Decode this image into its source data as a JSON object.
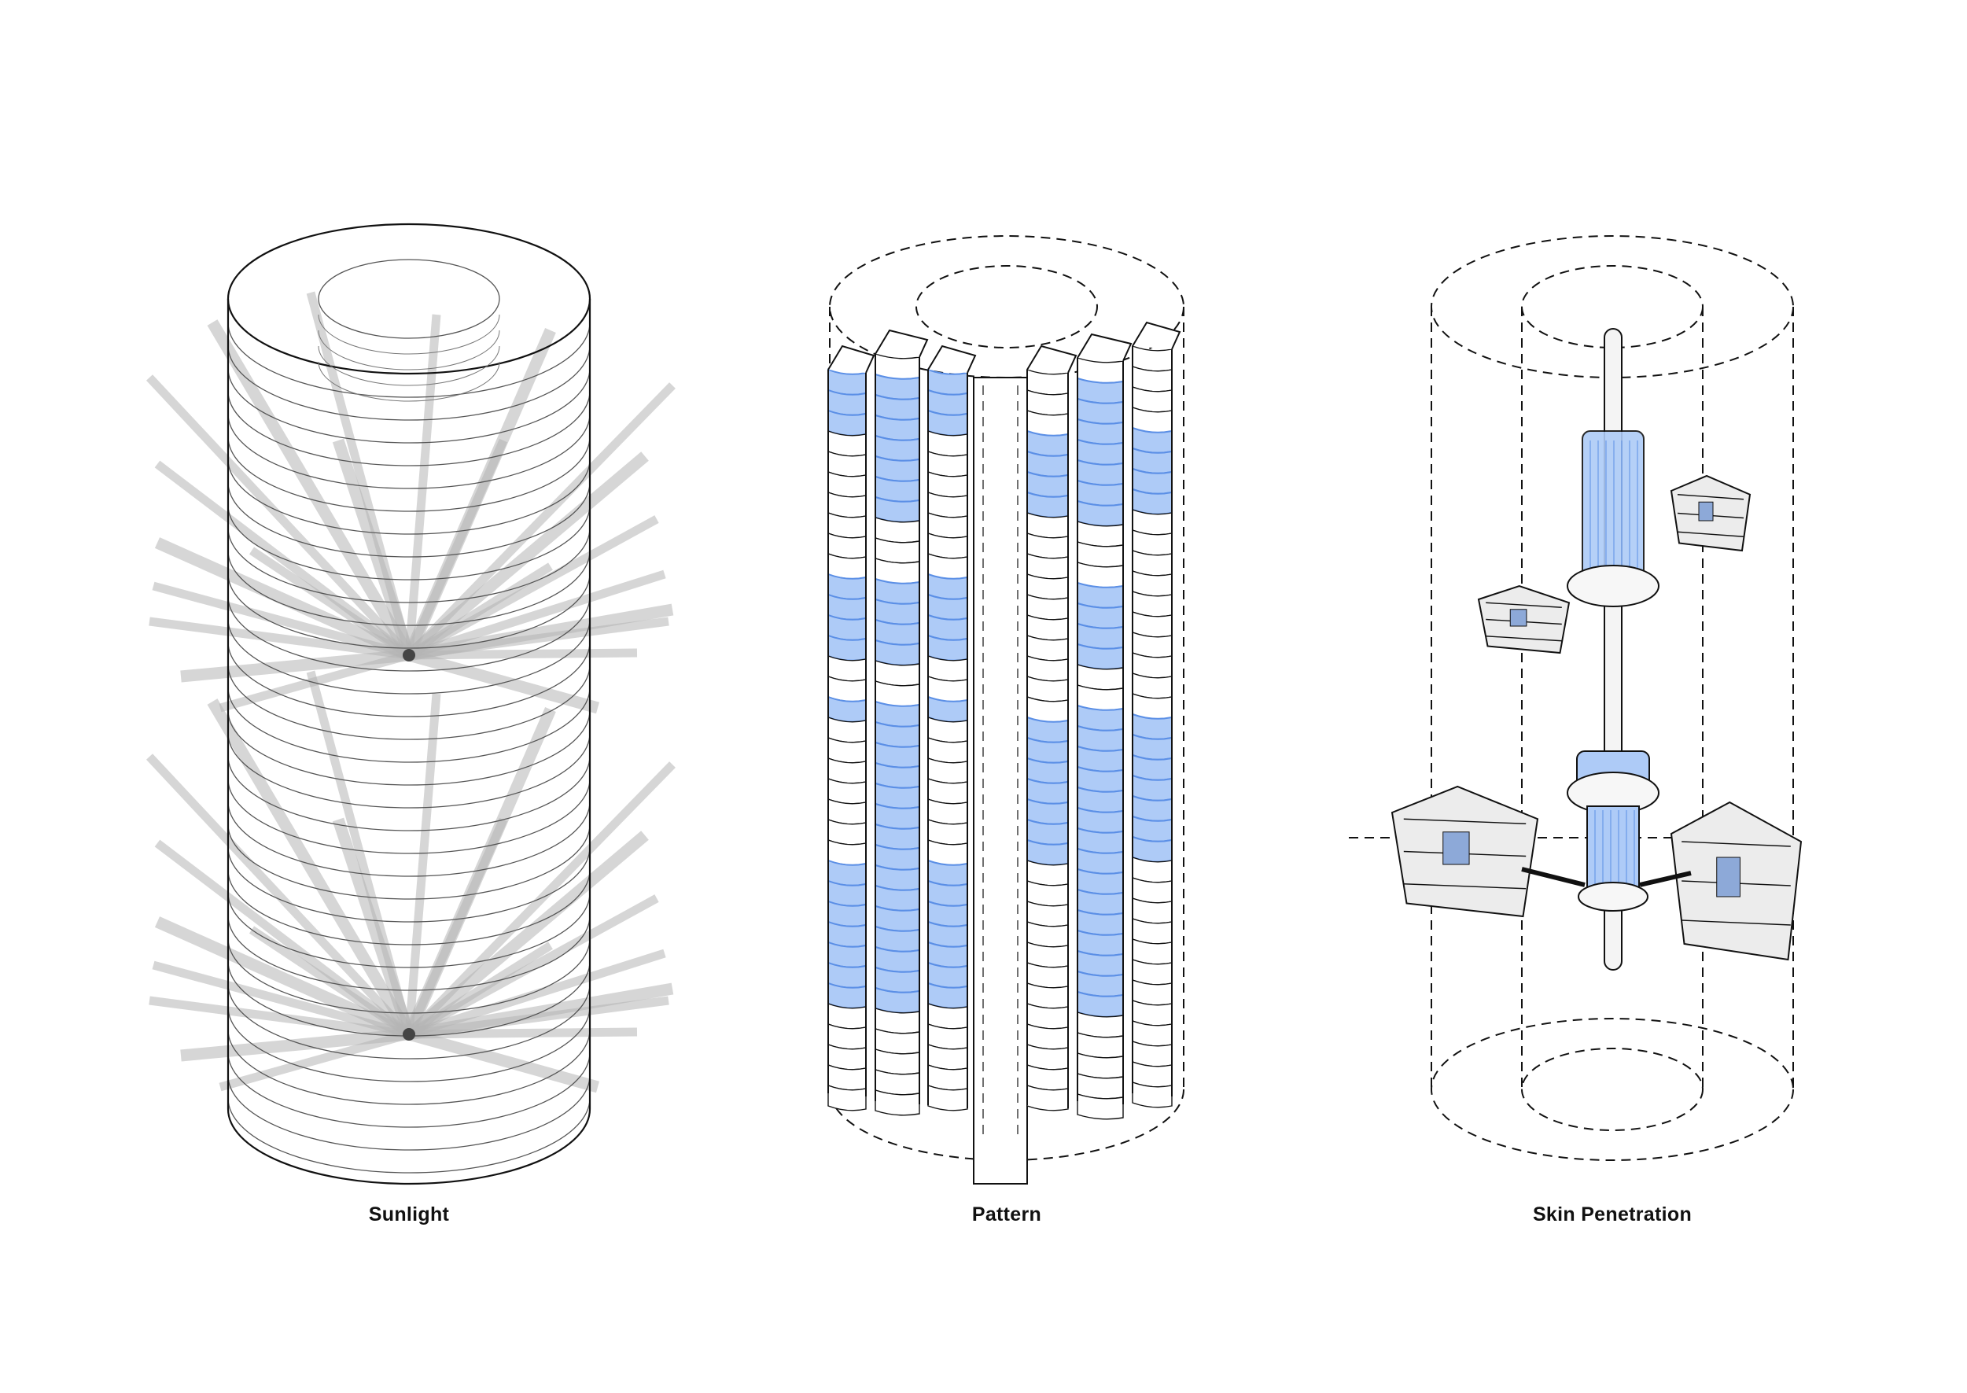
{
  "diagrams": [
    {
      "id": "sunlight",
      "caption": "Sunlight"
    },
    {
      "id": "pattern",
      "caption": "Pattern"
    },
    {
      "id": "skin",
      "caption": "Skin Penetration"
    }
  ],
  "colors": {
    "ink": "#111111",
    "ray": "#b5b5b5",
    "glass": "#aecbf7",
    "glass_edge": "#5b8fe6",
    "floor": "#ececec"
  }
}
